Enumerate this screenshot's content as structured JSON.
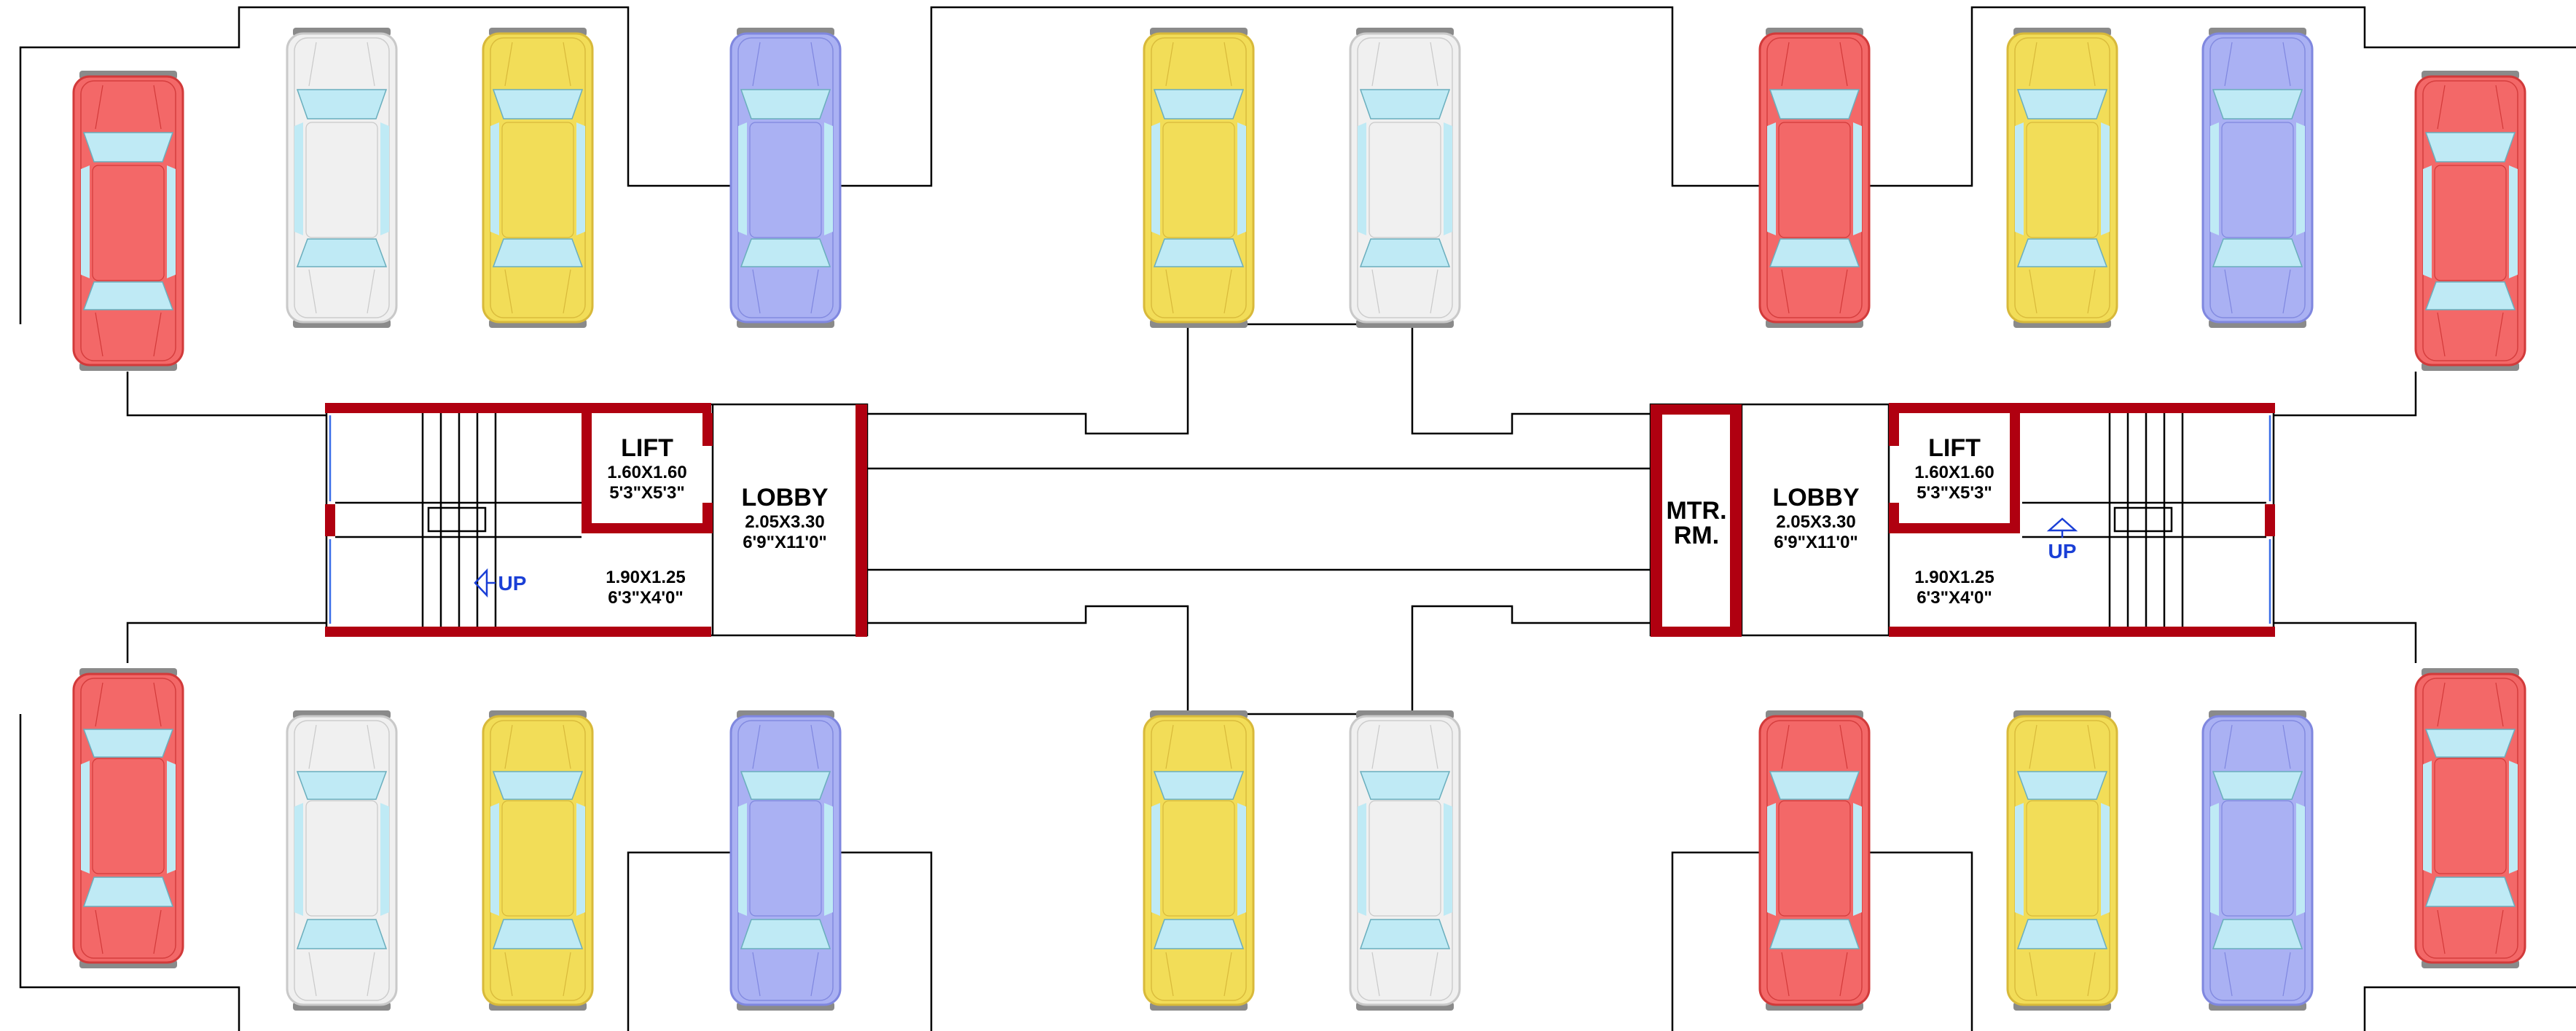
{
  "colors": {
    "wall": "#b00010",
    "line": "#000000",
    "up_arrow": "#1a3fd6",
    "window": "#3a6ee8",
    "car_red": "#f36868",
    "car_white": "#f0f0f0",
    "car_yellow": "#f2dd58",
    "car_blue": "#aab1f3",
    "car_glass": "#bfeaf5",
    "car_bumper": "#8a8a8a"
  },
  "left_core": {
    "lift": {
      "title": "LIFT",
      "size_metric": "1.60X1.60",
      "size_imperial": "5'3\"X5'3\""
    },
    "lobby": {
      "title": "LOBBY",
      "size_metric": "2.05X3.30",
      "size_imperial": "6'9\"X11'0\""
    },
    "stair": {
      "size_metric": "1.90X1.25",
      "size_imperial": "6'3\"X4'0\"",
      "up_label": "UP"
    }
  },
  "right_core": {
    "meter_room": {
      "line1": "MTR.",
      "line2": "RM."
    },
    "lobby": {
      "title": "LOBBY",
      "size_metric": "2.05X3.30",
      "size_imperial": "6'9\"X11'0\""
    },
    "lift": {
      "title": "LIFT",
      "size_metric": "1.60X1.60",
      "size_imperial": "5'3\"X5'3\""
    },
    "stair": {
      "size_metric": "1.90X1.25",
      "size_imperial": "6'3\"X4'0\"",
      "up_label": "UP"
    }
  },
  "cars_top": [
    "red",
    "white",
    "yellow",
    "blue",
    "yellow",
    "white",
    "red",
    "yellow",
    "blue",
    "red"
  ],
  "cars_bottom": [
    "red",
    "white",
    "yellow",
    "blue",
    "yellow",
    "white",
    "red",
    "yellow",
    "blue",
    "red"
  ]
}
